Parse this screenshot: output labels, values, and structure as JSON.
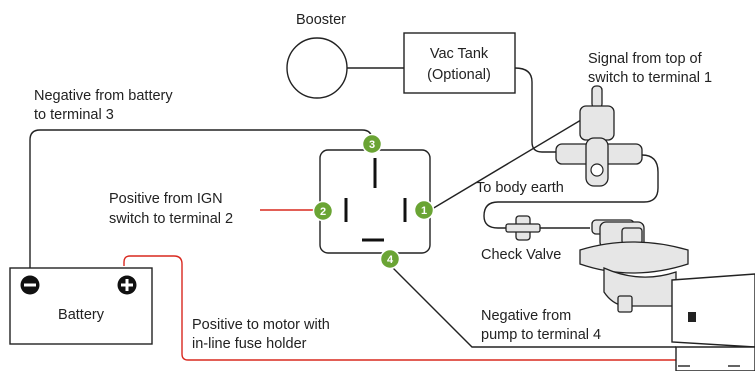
{
  "labels": {
    "booster": "Booster",
    "vac_tank_line1": "Vac Tank",
    "vac_tank_line2": "(Optional)",
    "signal_line1": "Signal from top of",
    "signal_line2": "switch to terminal 1",
    "neg_battery_line1": "Negative from battery",
    "neg_battery_line2": "to terminal 3",
    "pos_ign_line1": "Positive from IGN",
    "pos_ign_line2": "switch to terminal 2",
    "body_earth": "To body earth",
    "check_valve": "Check Valve",
    "battery": "Battery",
    "pos_motor_line1": "Positive to motor with",
    "pos_motor_line2": "in-line fuse holder",
    "neg_pump_line1": "Negative from",
    "neg_pump_line2": "pump to terminal 4"
  },
  "terminals": {
    "t1": "1",
    "t2": "2",
    "t3": "3",
    "t4": "4"
  },
  "colors": {
    "terminal_badge": "#6aa434",
    "positive_wire": "#d9281f",
    "wire": "#222222"
  },
  "icons": {
    "battery_negative": "minus-icon",
    "battery_positive": "plus-icon"
  }
}
